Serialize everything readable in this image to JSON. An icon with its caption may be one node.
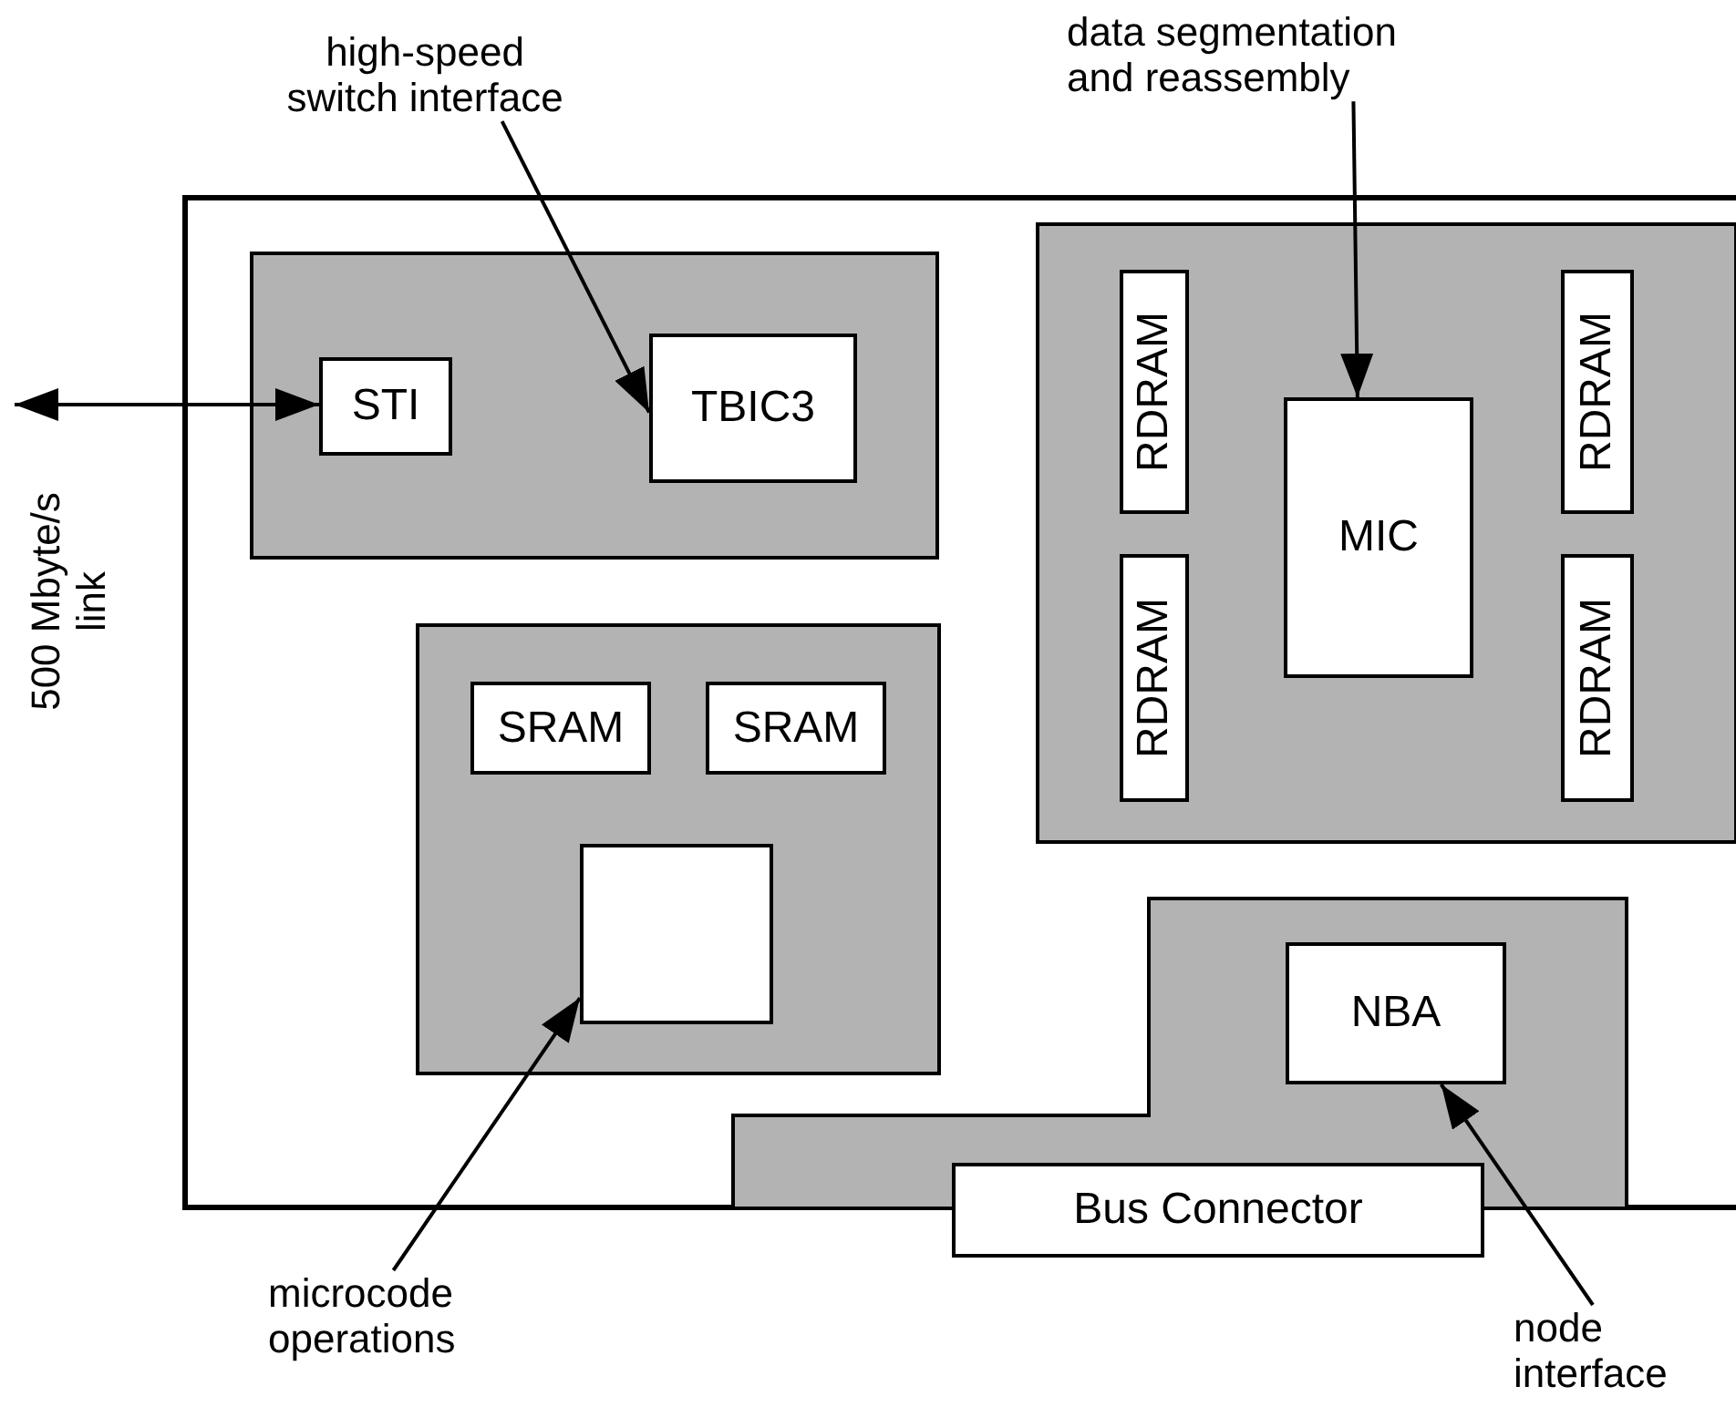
{
  "diagram": {
    "nodes": [
      {
        "text": [],
        "shape": "box"
      },
      {
        "text": [],
        "shape": "box",
        "in": 0
      },
      {
        "text": [
          "STI"
        ],
        "in": 1
      },
      {
        "text": [
          "TBIC3"
        ],
        "in": 1
      },
      {
        "text": [],
        "shape": "box",
        "in": 0
      },
      {
        "text": [
          "RDRAM"
        ],
        "in": 4
      },
      {
        "text": [
          "MIC"
        ],
        "in": 4
      },
      {
        "text": [
          "RDRAM"
        ],
        "in": 4
      },
      {
        "text": [
          "RDRAM"
        ],
        "in": 4
      },
      {
        "text": [
          "RDRAM"
        ],
        "in": 4
      },
      {
        "text": [],
        "shape": "box",
        "in": 0
      },
      {
        "text": [
          "SRAM"
        ],
        "in": 10
      },
      {
        "text": [
          "SRAM"
        ],
        "in": 10
      },
      {
        "text": [],
        "shape": "box",
        "in": 10
      },
      {
        "text": [],
        "shape": "box",
        "in": 0
      },
      {
        "text": [
          "NBA"
        ],
        "in": 14
      },
      {
        "text": [
          "Bus Connector"
        ]
      },
      {
        "text": [
          "high-speed switch interface"
        ]
      },
      {
        "text": [
          "data segmentation and reassembly"
        ]
      },
      {
        "text": [
          "microcode operations"
        ]
      },
      {
        "text": [
          "node interface"
        ]
      }
    ],
    "edges": [
      {
        "from": null,
        "to": 2,
        "arrow": "both"
      },
      {
        "from": 17,
        "to": 3,
        "arrow": "to"
      },
      {
        "from": 18,
        "to": 6,
        "arrow": "to"
      },
      {
        "from": 19,
        "to": 13,
        "arrow": "to"
      },
      {
        "from": 20,
        "to": 15,
        "arrow": "to"
      }
    ],
    "labels": [
      "500 Mbyte/s link"
    ]
  }
}
